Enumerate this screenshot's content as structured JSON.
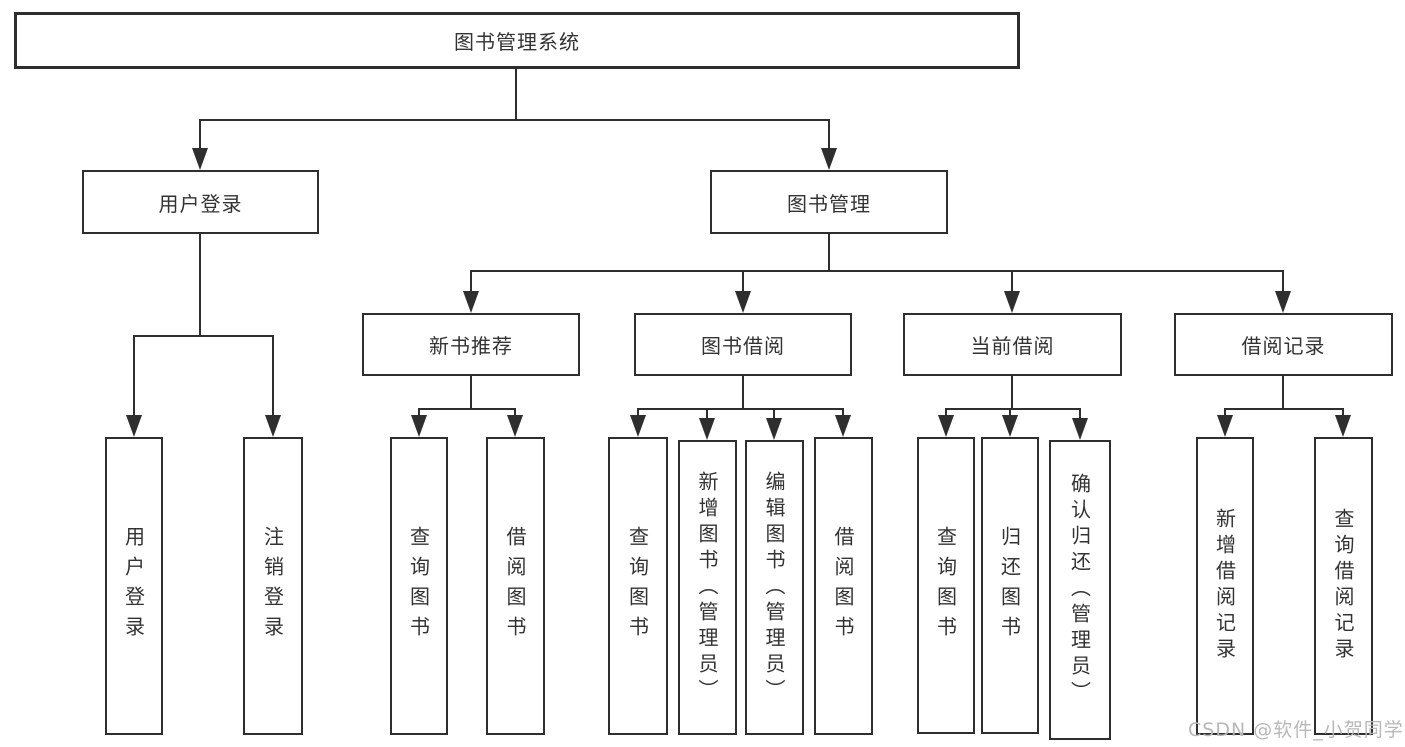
{
  "diagram": {
    "root": {
      "label": "图书管理系统"
    },
    "level2": [
      {
        "label": "用户登录"
      },
      {
        "label": "图书管理"
      }
    ],
    "level3": [
      {
        "label": "新书推荐"
      },
      {
        "label": "图书借阅"
      },
      {
        "label": "当前借阅"
      },
      {
        "label": "借阅记录"
      }
    ],
    "leaves": {
      "login_group": [
        "用户登录",
        "注销登录"
      ],
      "recommend_group": [
        "查询图书",
        "借阅图书"
      ],
      "borrow_group": [
        "查询图书",
        "新增图书（管理员）",
        "编辑图书（管理员）",
        "借阅图书"
      ],
      "current_group": [
        "查询图书",
        "归还图书",
        "确认归还（管理员）"
      ],
      "record_group": [
        "新增借阅记录",
        "查询借阅记录"
      ]
    },
    "watermark": "CSDN @软件_小贺同学",
    "colors": {
      "line": "#2e2e2e",
      "box_border": "#2e2e2e",
      "text": "#333333",
      "background": "#ffffff",
      "watermark": "#b8b8b8"
    }
  }
}
